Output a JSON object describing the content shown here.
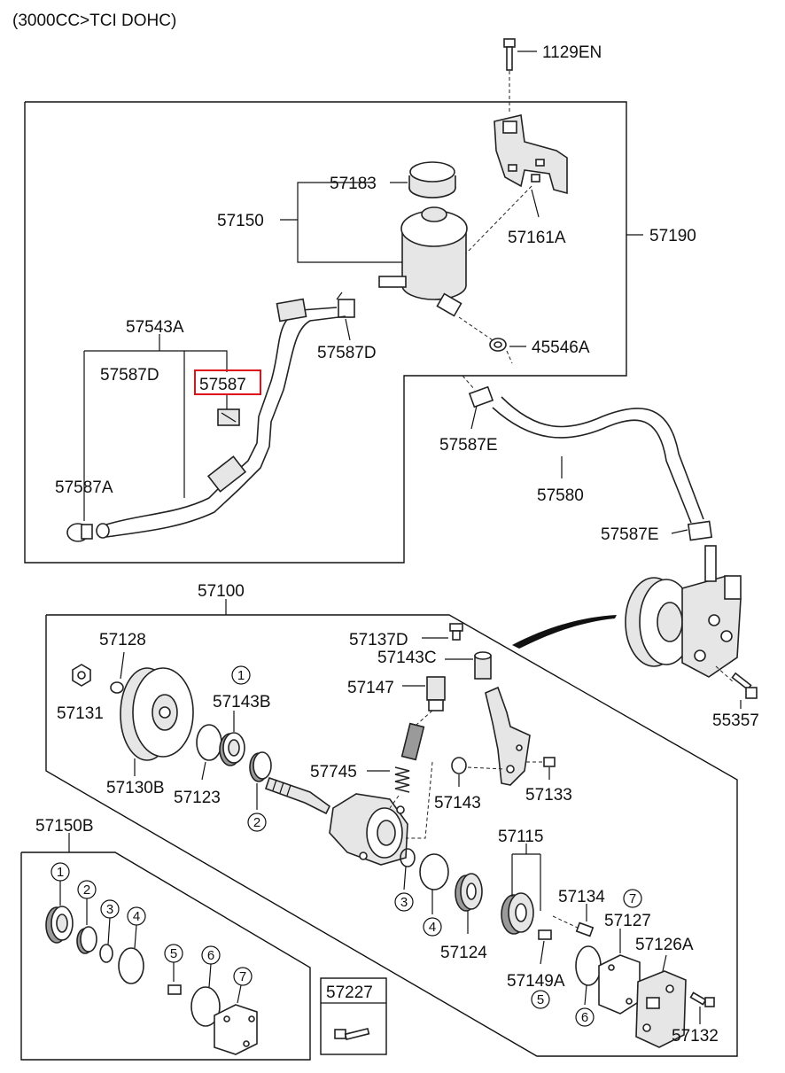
{
  "header": "(3000CC>TCI DOHC)",
  "labels": {
    "p1129EN": "1129EN",
    "p57183": "57183",
    "p57150": "57150",
    "p57161A": "57161A",
    "p57190": "57190",
    "p57543A": "57543A",
    "p57587D_left": "57587D",
    "p57587_selected": "57587",
    "p57587D_mid": "57587D",
    "p45546A": "45546A",
    "p57587A": "57587A",
    "p57587E_top": "57587E",
    "p57580": "57580",
    "p57587E_pump": "57587E",
    "p57100": "57100",
    "p57128": "57128",
    "p57137D": "57137D",
    "p57143C": "57143C",
    "p57147": "57147",
    "p57131": "57131",
    "p57143B": "57143B",
    "p57130B": "57130B",
    "p57123": "57123",
    "p57745": "57745",
    "p57143": "57143",
    "p57133": "57133",
    "p55357": "55357",
    "p57150B": "57150B",
    "p57115": "57115",
    "p57134": "57134",
    "p57127": "57127",
    "p57126A": "57126A",
    "p57124": "57124",
    "p57149A": "57149A",
    "p57227": "57227",
    "p57132": "57132"
  },
  "callouts": {
    "c1_main": "1",
    "c2_main": "2",
    "c3_main": "3",
    "c4_main": "4",
    "c5_main": "5",
    "c6_main": "6",
    "c7_main": "7",
    "c1_kit": "1",
    "c2_kit": "2",
    "c3_kit": "3",
    "c4_kit": "4",
    "c5_kit": "5",
    "c6_kit": "6",
    "c7_kit": "7"
  },
  "highlight_color": "#e0101a"
}
